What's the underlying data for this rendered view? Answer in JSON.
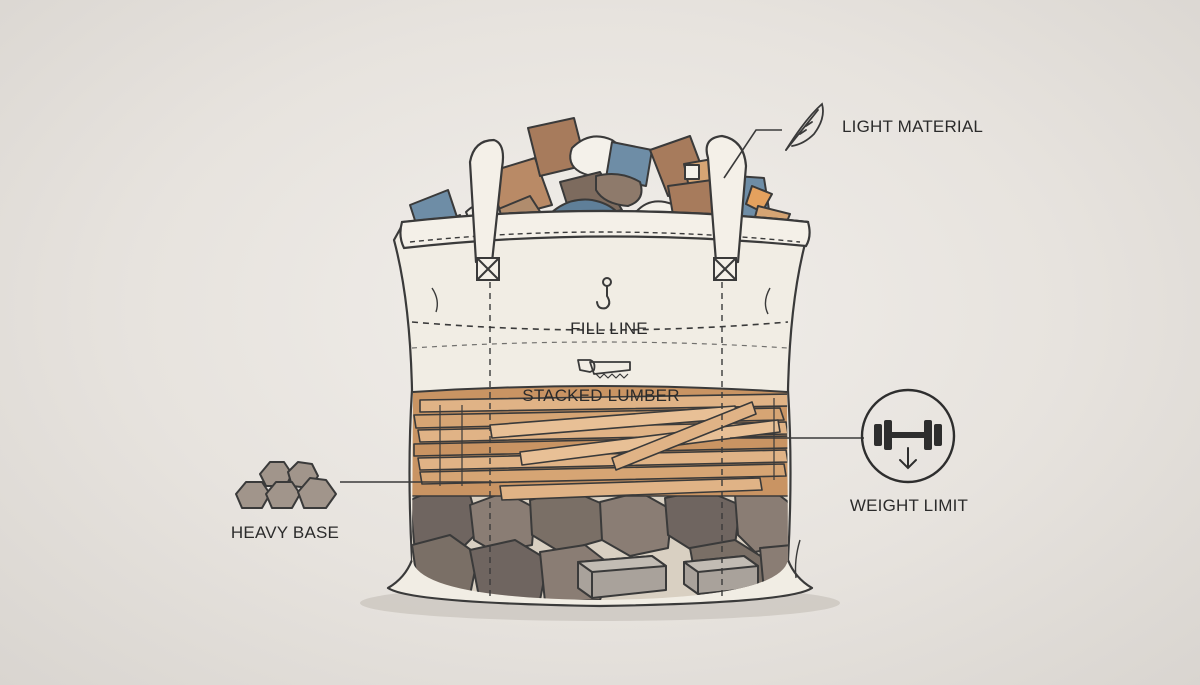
{
  "labels": {
    "light_material": "LIGHT MATERIAL",
    "fill_line": "FILL LINE",
    "stacked_lumber": "STACKED LUMBER",
    "weight_limit": "WEIGHT LIMIT",
    "heavy_base": "HEAVY BASE"
  },
  "icons": {
    "light_material": "feather-icon",
    "fill_line": "hook-icon",
    "stacked_lumber": "saw-icon",
    "weight_limit": "dumbbell-weight-icon",
    "heavy_base": "rock-pile-icon"
  },
  "colors": {
    "background": "#e8e4df",
    "bag_fabric": "#f1ede4",
    "outline": "#3a3a3a",
    "lumber": "#d6a574",
    "rock": "#7a6f66",
    "debris_blue": "#6e8da6",
    "debris_brown": "#a77b5c",
    "accent_orange": "#e4a15e"
  }
}
